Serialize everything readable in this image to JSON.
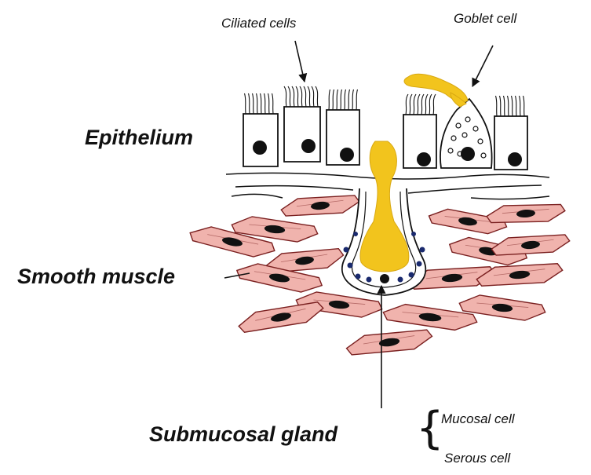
{
  "labels": {
    "ciliated_cells": "Ciliated cells",
    "goblet_cell": "Goblet cell",
    "epithelium": "Epithelium",
    "smooth_muscle": "Smooth muscle",
    "submucosal_gland": "Submucosal gland",
    "mucosal_cell": "Mucosal cell",
    "serous_cell": "Serous cell"
  },
  "colors": {
    "mucus": "#f2c41d",
    "muscle_fill": "#f0b3ad",
    "muscle_outline": "#7a2020",
    "nucleus": "#111111",
    "serous_nucleus": "#1a2a6e",
    "line": "#111111"
  }
}
